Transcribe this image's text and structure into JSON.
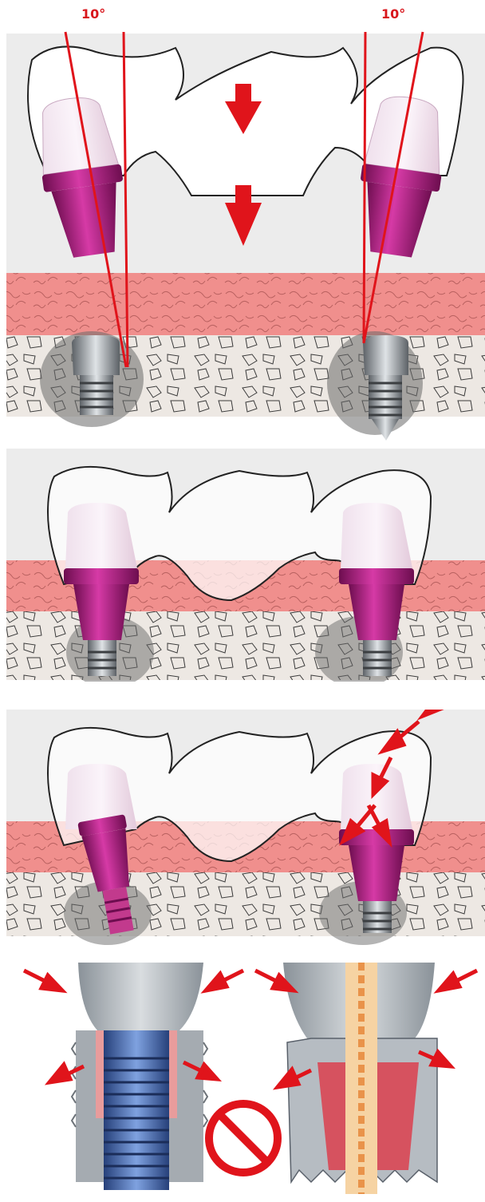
{
  "labels": {
    "angle_left": "10°",
    "angle_right": "10°"
  },
  "colors": {
    "background": "#ececec",
    "gum": "#f08f8d",
    "bone": "#ede8e3",
    "abutment": "#a8197a",
    "cap": "#f4e8f1",
    "arrow": "#e0141b",
    "metal": "#9aa0a6",
    "screw_blue": "#3f5ea8"
  },
  "icons": [
    "arrow-down-icon",
    "arrow-diagonal-icon",
    "prohibited-icon"
  ],
  "panels": [
    "panel-angulated-insertion",
    "panel-seated-bridge",
    "panel-forced-misfit",
    "panel-detail-cross-sections"
  ]
}
